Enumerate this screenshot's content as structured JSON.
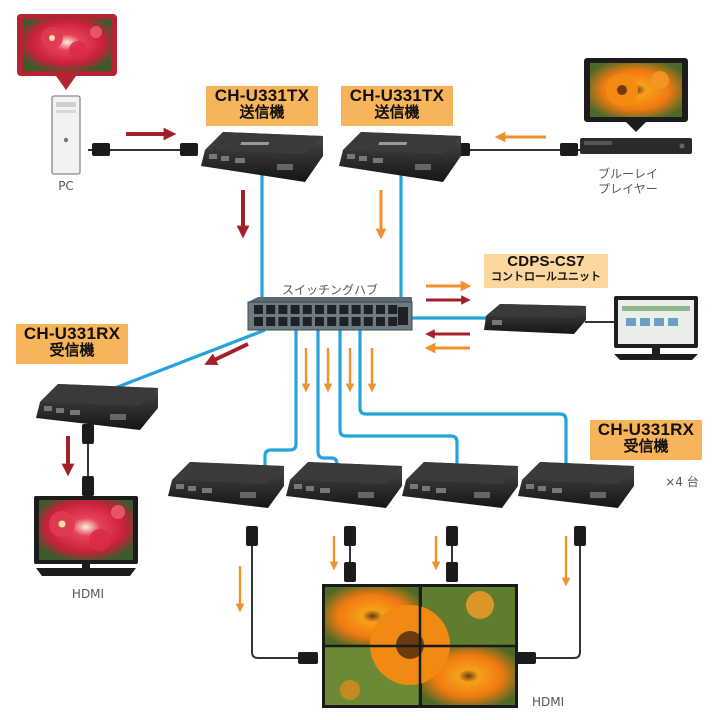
{
  "labels": {
    "tx1": {
      "model": "CH-U331TX",
      "role": "送信機"
    },
    "tx2": {
      "model": "CH-U331TX",
      "role": "送信機"
    },
    "rx1": {
      "model": "CH-U331RX",
      "role": "受信機"
    },
    "rx4": {
      "model": "CH-U331RX",
      "role": "受信機"
    },
    "controller": {
      "model": "CDPS-CS7",
      "role": "コントロールユニット"
    }
  },
  "captions": {
    "pc": "PC",
    "bluray_line1": "ブルーレイ",
    "bluray_line2": "プレイヤー",
    "switch_hub": "スイッチングハブ",
    "rx_count": "×4 台",
    "hdmi_left": "HDMI",
    "hdmi_wall": "HDMI"
  },
  "colors": {
    "lan_cable": "#27a3dc",
    "arrow_red": "#a3202a",
    "arrow_orange": "#f0922b",
    "label_bg": "#f7b45a",
    "device": "#262626"
  },
  "icons": {
    "pc": "pc-tower-icon",
    "monitor": "monitor-icon",
    "bluray": "bluray-player-icon",
    "switch": "network-switch-icon",
    "extender": "hdmi-extender-icon",
    "video_wall": "video-wall-icon"
  }
}
